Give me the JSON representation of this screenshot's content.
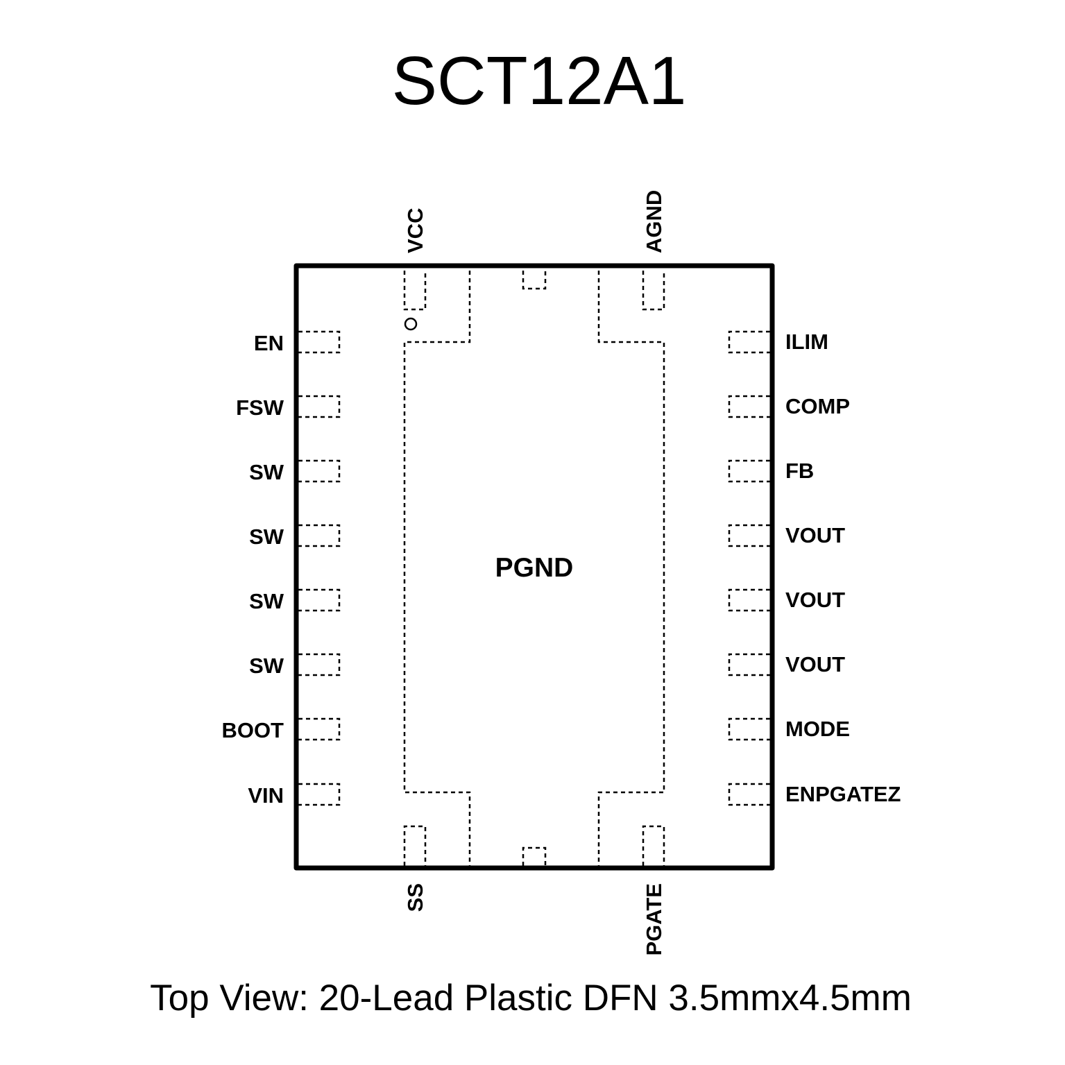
{
  "title": "SCT12A1",
  "caption": "Top View: 20-Lead Plastic DFN 3.5mmx4.5mm",
  "center_label": "PGND",
  "pins": {
    "left": [
      "EN",
      "FSW",
      "SW",
      "SW",
      "SW",
      "SW",
      "BOOT",
      "VIN"
    ],
    "right": [
      "ILIM",
      "COMP",
      "FB",
      "VOUT",
      "VOUT",
      "VOUT",
      "MODE",
      "ENPGATEZ"
    ],
    "top": [
      "VCC",
      "AGND"
    ],
    "bottom": [
      "SS",
      "PGATE"
    ]
  }
}
